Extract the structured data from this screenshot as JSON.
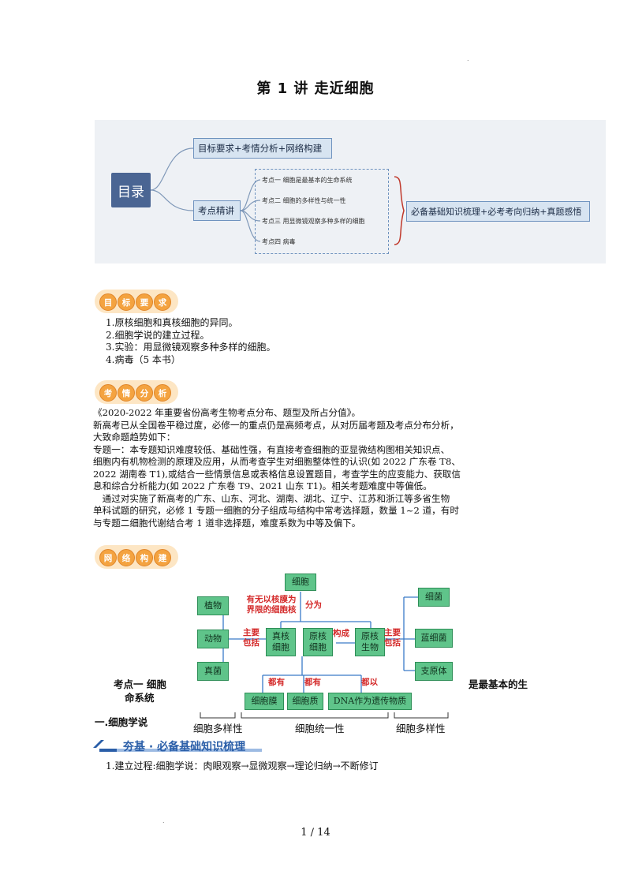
{
  "header_dot": ".",
  "title": "第 1 讲  走近细胞",
  "mindmap": {
    "root": "目录",
    "branch1": "目标要求+考情分析+网络构建",
    "branch2": "考点精讲",
    "topics": [
      "考点一  细胞是最基本的生命系统",
      "考点二  细胞的多样性与统一性",
      "考点三  用显微镜观察多种多样的细胞",
      "考点四  病毒"
    ],
    "summary": "必备基础知识梳理+必考考向归纳+真题感悟"
  },
  "section1": {
    "badge": [
      "目",
      "标",
      "要",
      "求"
    ],
    "lines": [
      "1.原核细胞和真核细胞的异同。",
      "2.细胞学说的建立过程。",
      "3.实验：用显微镜观察多种多样的细胞。",
      "4.病毒（5 本书）"
    ]
  },
  "section2": {
    "badge": [
      "考",
      "情",
      "分",
      "析"
    ],
    "lines": [
      "《2020-2022 年重要省份高考生物考点分布、题型及所占分值》。",
      "新高考已从全国卷平稳过度，必修一的重点仍是高频考点，从对历届考题及考点分布分析，",
      "大致命题趋势如下：",
      "专题一：本专题知识难度较低、基础性强，有直接考查细胞的亚显微结构图相关知识点、",
      "细胞内有机物检测的原理及应用，从而考查学生对细胞整体性的认识(如 2022 广东卷 T8、",
      "2022 湖南卷 T1),或结合一些情景信息或表格信息设置题目，考查学生的应变能力、获取信",
      "息和综合分析能力(如 2022 广东卷 T9、2021 山东 T1)。相关考题难度中等偏低。",
      "　通过对实施了新高考的广东、山东、河北、湖南、湖北、辽宁、江苏和浙江等多省生物",
      "单科试题的研究，必修 1 专题一细胞的分子组成与结构中常考选择题，数量 1~2 道，有时",
      "与专题二细胞代谢结合考 1 道非选择题，难度系数为中等及偏下。"
    ]
  },
  "section3": {
    "badge": [
      "网",
      "络",
      "构",
      "建"
    ]
  },
  "concept_map": {
    "top": "细胞",
    "note_left": [
      "有无以核膜为",
      "界限的细胞核"
    ],
    "note_divide": "分为",
    "left_items": [
      "植物",
      "动物",
      "真菌"
    ],
    "right_items": [
      "细菌",
      "蓝细菌",
      "支原体"
    ],
    "eukaryote": [
      "真核",
      "细胞"
    ],
    "prokaryote_cell": [
      "原核",
      "细胞"
    ],
    "prokaryote_org": [
      "原核",
      "生物"
    ],
    "main_left": [
      "主要",
      "包括"
    ],
    "main_right": [
      "主要",
      "包括"
    ],
    "compose": "构成",
    "all_have_1": "都有",
    "all_have_2": "都有",
    "all_use": "都以",
    "bottom_items": [
      "细胞膜",
      "细胞质",
      "DNA作为遗传物质"
    ],
    "brace_labels": [
      "细胞多样性",
      "细胞统一性",
      "细胞多样性"
    ]
  },
  "overlay": {
    "left_line1": "考点一  细胞",
    "left_line2": "命系统",
    "right": "是最基本的生",
    "heading": "一.细胞学说"
  },
  "banner": "夯基 · 必备基础知识梳理",
  "process_line": "1.建立过程:细胞学说：肉眼观察→显微观察→理论归纳→不断修订",
  "footer_dot": ".",
  "page_number": "1  /  14",
  "colors": {
    "mindmap_root": "#4a6593",
    "mindmap_box": "#d7e4f1",
    "badge": "#f4a340",
    "concept_box": "#5fc48a",
    "concept_red": "#d42a2a",
    "banner_blue": "#2a5ea8"
  }
}
